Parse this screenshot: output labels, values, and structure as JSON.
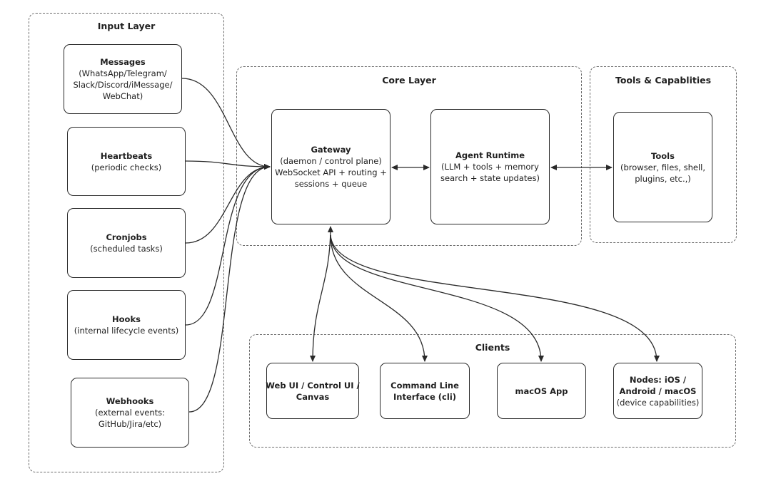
{
  "groups": {
    "input_layer": "Input Layer",
    "core_layer": "Core Layer",
    "tools_layer": "Tools & Capablities",
    "clients": "Clients"
  },
  "inputs": {
    "messages": {
      "title": "Messages",
      "desc": [
        "(WhatsApp/Telegram/",
        "Slack/Discord/iMessage/",
        "WebChat)"
      ]
    },
    "heartbeats": {
      "title": "Heartbeats",
      "desc": [
        "(periodic checks)"
      ]
    },
    "cronjobs": {
      "title": "Cronjobs",
      "desc": [
        "(scheduled tasks)"
      ]
    },
    "hooks": {
      "title": "Hooks",
      "desc": [
        "(internal lifecycle events)"
      ]
    },
    "webhooks": {
      "title": "Webhooks",
      "desc": [
        "(external events:",
        "GitHub/Jira/etc)"
      ]
    }
  },
  "core": {
    "gateway": {
      "title": "Gateway",
      "desc": [
        "(daemon / control plane)",
        "WebSocket API + routing +",
        "sessions + queue"
      ]
    },
    "agent_runtime": {
      "title": "Agent Runtime",
      "desc": [
        "(LLM + tools + memory",
        "search + state updates)"
      ]
    }
  },
  "tools": {
    "tools": {
      "title": "Tools",
      "desc": [
        "(browser, files, shell,",
        "plugins, etc.,)"
      ]
    }
  },
  "clients": {
    "web_ui": {
      "title": [
        "Web UI / Control UI /",
        "Canvas"
      ]
    },
    "cli": {
      "title": [
        "Command Line",
        "Interface (cli)"
      ]
    },
    "macos_app": {
      "title": [
        "macOS App"
      ]
    },
    "nodes": {
      "title": [
        "Nodes: iOS /",
        "Android / macOS"
      ],
      "desc": [
        "(device capabilities)"
      ]
    }
  },
  "colors": {
    "stroke": "#2a2a2a",
    "group_border": "#6a6a6a",
    "text": "#1f1f1f"
  }
}
